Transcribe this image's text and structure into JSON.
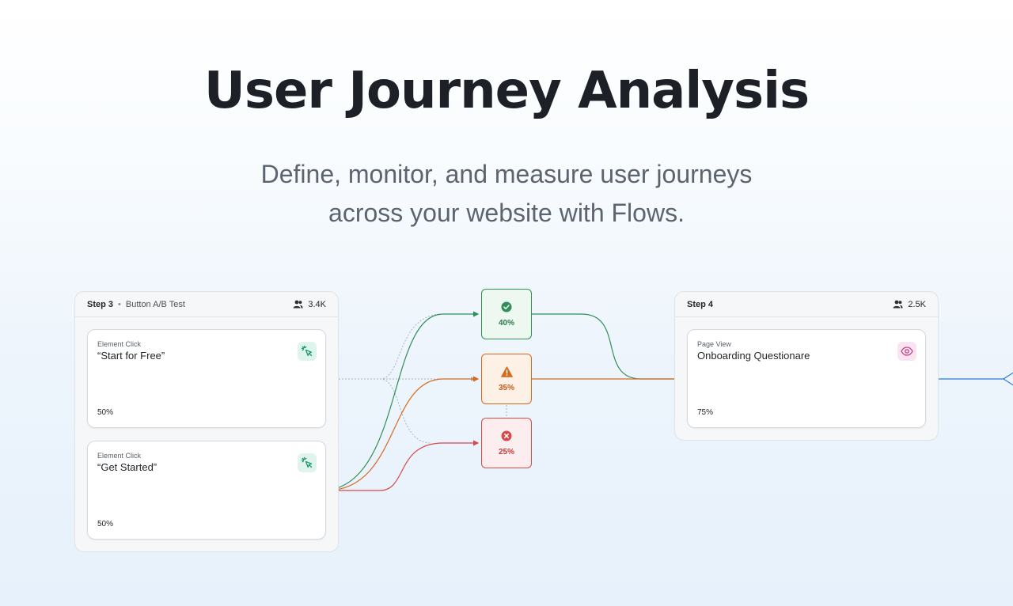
{
  "hero": {
    "title": "User Journey Analysis",
    "subtitle": "Define, monitor, and measure user journeys across your website with Flows."
  },
  "step3": {
    "label": "Step 3",
    "name": "Button A/B Test",
    "users": "3.4K",
    "cards": [
      {
        "kind": "Element Click",
        "name": "“Start for Free”",
        "percent": "50%",
        "icon": "cursor-click-icon"
      },
      {
        "kind": "Element Click",
        "name": "“Get Started”",
        "percent": "50%",
        "icon": "cursor-click-icon"
      }
    ]
  },
  "outcomes": [
    {
      "status": "success",
      "percent": "40%",
      "icon": "check-circle-icon",
      "color": "#2f8f56"
    },
    {
      "status": "warning",
      "percent": "35%",
      "icon": "warning-triangle-icon",
      "color": "#d7691f"
    },
    {
      "status": "fail",
      "percent": "25%",
      "icon": "x-circle-icon",
      "color": "#d54a4a"
    }
  ],
  "step4": {
    "label": "Step 4",
    "users": "2.5K",
    "cards": [
      {
        "kind": "Page View",
        "name": "Onboarding Questionare",
        "percent": "75%",
        "icon": "eye-icon"
      }
    ]
  },
  "colors": {
    "success": "#2f8f56",
    "warning": "#d7691f",
    "fail": "#d54a4a",
    "link": "#2b7bd1",
    "dashed": "#a9b4c0"
  }
}
